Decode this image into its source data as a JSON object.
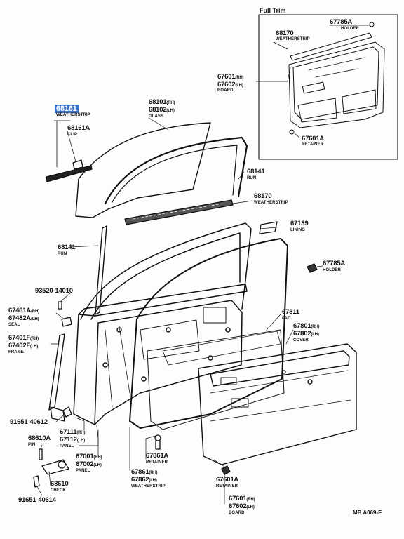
{
  "inset": {
    "title": "Full Trim"
  },
  "labels": {
    "p68161": "68161",
    "n68161": "WEATHERSTRIP",
    "p68161A": "68161A",
    "n68161A": "CLIP",
    "p68101": "68101",
    "p68102": "68102",
    "nGlass": "GLASS",
    "p68141_top": "68141",
    "nRun_top": "RUN",
    "p68170": "68170",
    "nWs68170": "WEATHERSTRIP",
    "p68141_left": "68141",
    "nRun_left": "RUN",
    "p67139": "67139",
    "nLining": "LINING",
    "p67785A": "67785A",
    "nHolder": "HOLDER",
    "p93520": "93520-14010",
    "p67481A": "67481A",
    "p67482A": "67482A",
    "nSeal": "SEAL",
    "p67401F": "67401F",
    "p67402F": "67402F",
    "nFrame": "FRAME",
    "p67811": "67811",
    "nPad": "PAD",
    "p67801": "67801",
    "p67802": "67802",
    "nCover": "COVER",
    "p91651a": "91651-40612",
    "p67111": "67111",
    "p67112": "67112",
    "nPanel1": "PANEL",
    "p68610A": "68610A",
    "nPin": "PIN",
    "p67001": "67001",
    "p67002": "67002",
    "nPanel2": "PANEL",
    "p67861A": "67861A",
    "nRetainer1": "RETAINER",
    "p67861": "67861",
    "p67862": "67862",
    "nWs67861": "WEATHERSTRIP",
    "p67601A": "67601A",
    "nRetainer2": "RETAINER",
    "p67601": "67601",
    "p67602": "67602",
    "nBoard": "BOARD",
    "p68610": "68610",
    "nCheck": "CHECK",
    "p91651b": "91651-40614",
    "i67785A": "67785A",
    "iHolder": "HOLDER",
    "i68170": "68170",
    "iWs": "WEATHERSTRIP",
    "i67601": "67601",
    "i67602": "67602",
    "iBoard": "BOARD",
    "i67601A": "67601A",
    "iRetainer": "RETAINER",
    "rh": "(RH)",
    "lh": "(LH)",
    "code": "MB A069-F"
  }
}
